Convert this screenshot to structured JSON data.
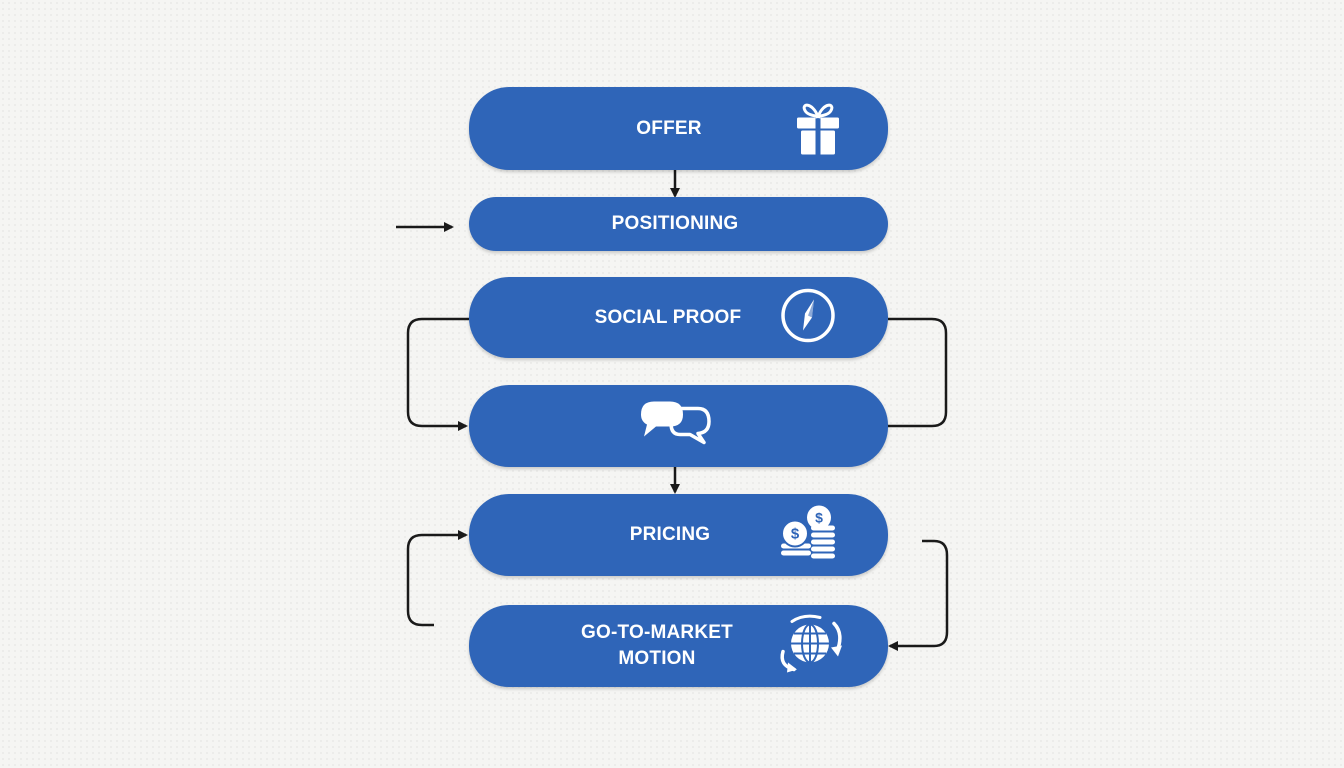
{
  "diagram": {
    "steps": [
      {
        "id": "offer",
        "label": "OFFER",
        "icon": "gift-icon"
      },
      {
        "id": "positioning",
        "label": "POSITIONING",
        "icon": ""
      },
      {
        "id": "social-proof",
        "label": "SOCIAL PROOF",
        "icon": "compass-icon"
      },
      {
        "id": "conversation",
        "label": "",
        "icon": "chat-bubbles-icon"
      },
      {
        "id": "pricing",
        "label": "PRICING",
        "icon": "coins-icon"
      },
      {
        "id": "gtm",
        "label": "GO-TO-MARKET\nMOTION",
        "icon": "globe-cycle-icon"
      }
    ],
    "colors": {
      "pill": "#2f65b8",
      "icon": "#ffffff",
      "connector": "#1a1a1a",
      "background": "#f5f5f3"
    }
  }
}
